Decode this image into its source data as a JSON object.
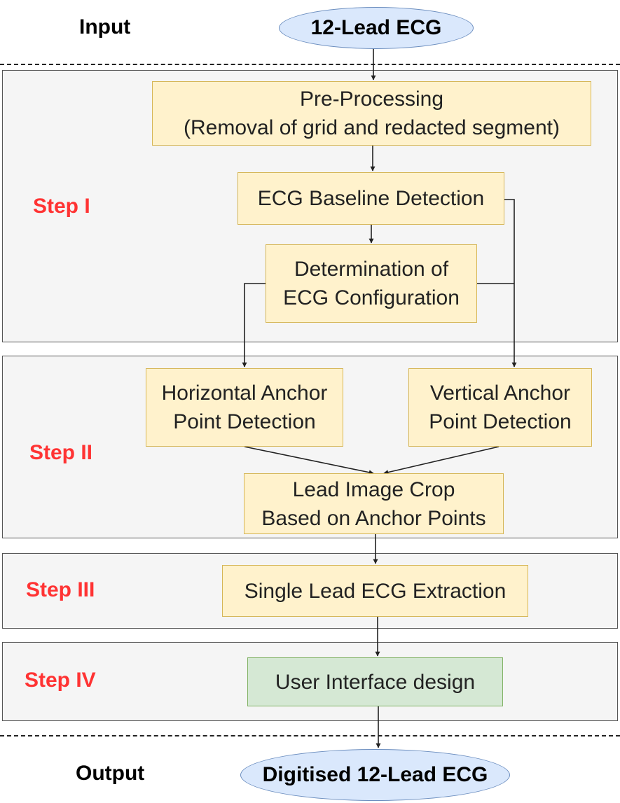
{
  "input_label": "Input",
  "output_label": "Output",
  "input_node": "12-Lead ECG",
  "output_node": "Digitised 12-Lead ECG",
  "steps": [
    {
      "label": "Step I"
    },
    {
      "label": "Step II"
    },
    {
      "label": "Step III"
    },
    {
      "label": "Step IV"
    }
  ],
  "nodes": {
    "preprocessing": {
      "line1": "Pre-Processing",
      "line2": "(Removal of grid and redacted segment)"
    },
    "baseline": {
      "line1": "ECG Baseline Detection"
    },
    "configuration": {
      "line1": "Determination of",
      "line2": "ECG Configuration"
    },
    "horizontal_anchor": {
      "line1": "Horizontal Anchor",
      "line2": "Point Detection"
    },
    "vertical_anchor": {
      "line1": "Vertical Anchor",
      "line2": "Point Detection"
    },
    "lead_crop": {
      "line1": "Lead Image Crop",
      "line2": "Based on Anchor Points"
    },
    "single_lead": {
      "line1": "Single Lead ECG Extraction"
    },
    "user_interface": {
      "line1": "User Interface design"
    }
  },
  "colors": {
    "process_fill": "#fff2cc",
    "process_border": "#d6b656",
    "terminal_fill": "#dae8fc",
    "terminal_border": "#6c8ebf",
    "ui_fill": "#d5e8d4",
    "ui_border": "#82b366",
    "step_label": "#ff3333",
    "panel_fill": "#f5f5f5"
  }
}
